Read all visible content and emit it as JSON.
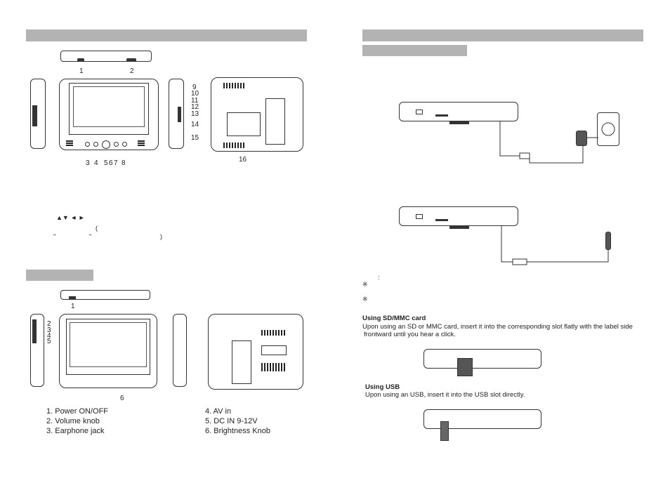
{
  "left_page": {
    "main_callouts": {
      "top": [
        "1",
        "2"
      ],
      "side": [
        "9",
        "10",
        "11",
        "12",
        "13",
        "14",
        "15"
      ],
      "bottom": [
        "3",
        "4",
        "5",
        "6",
        "7",
        "8"
      ],
      "back": "16"
    },
    "arrow_glyphs": "▲▼ ◄ ►",
    "paren_open": "(",
    "paren_close": ")",
    "quote_open": "\"",
    "quote_close": "\"",
    "second_callouts": {
      "top": "1",
      "side": [
        "2",
        "3",
        "4",
        "5"
      ],
      "front": "6"
    },
    "legend_left": [
      "1. Power ON/OFF",
      "2. Volume knob",
      "3. Earphone jack"
    ],
    "legend_right": [
      "4. AV in",
      "5. DC IN 9-12V",
      "6. Brightness Knob"
    ]
  },
  "right_page": {
    "note_colon": ":",
    "note_marks": [
      "※",
      "※"
    ],
    "sd": {
      "heading": "Using SD/MMC card",
      "line1": "Upon using an SD or MMC card, insert it into the corresponding slot flatly with the label side",
      "line2": "frontward until you hear a click."
    },
    "usb": {
      "heading": "Using USB",
      "line1": "Upon using an USB, insert it into the USB slot directly."
    }
  }
}
